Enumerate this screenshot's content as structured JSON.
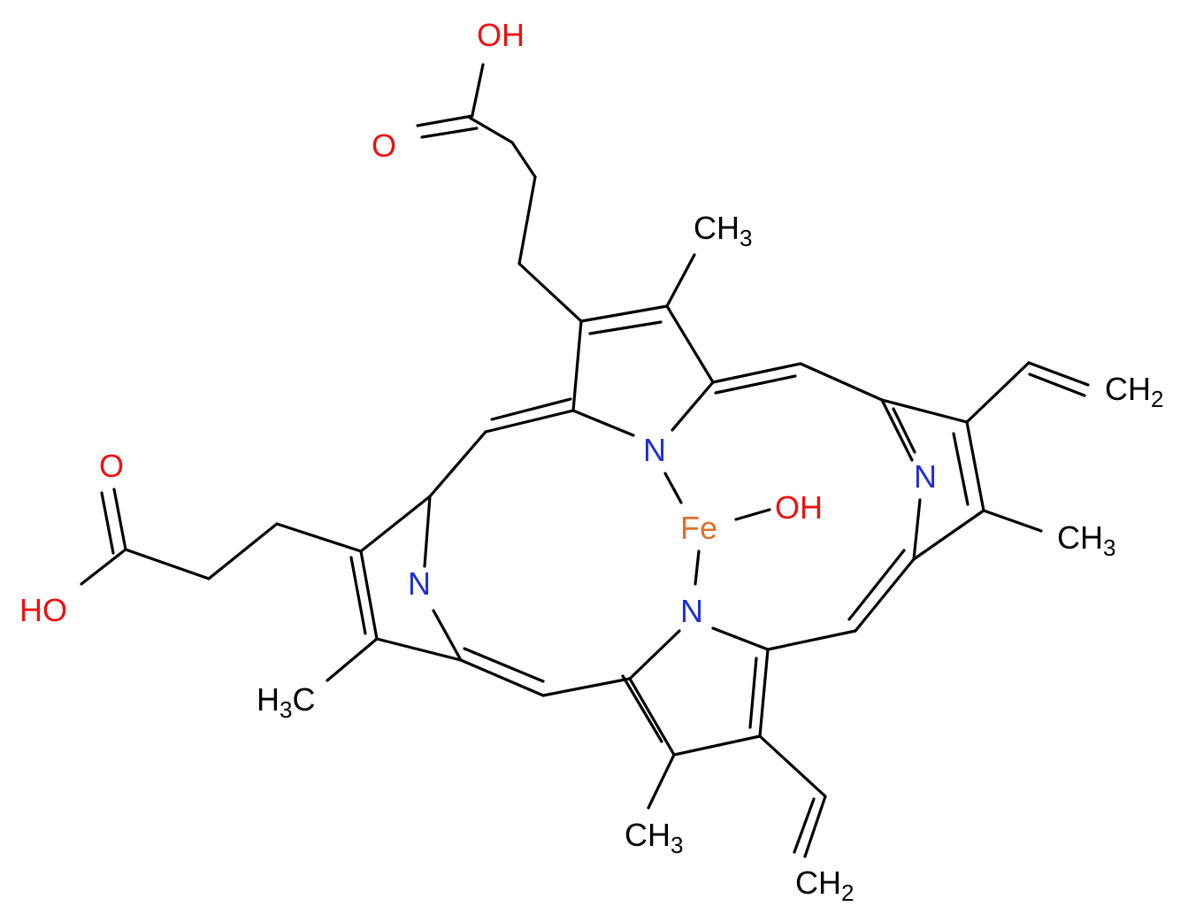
{
  "structure": {
    "colors": {
      "bond": "#000000",
      "carbon": "#000000",
      "nitrogen": "#1f2fd6",
      "oxygen": "#ee1111",
      "iron": "#e0702a"
    },
    "atom_labels": [
      {
        "id": "acid1-oh",
        "element": "O",
        "text": "OH"
      },
      {
        "id": "acid1-o",
        "element": "O",
        "text": "O"
      },
      {
        "id": "acid2-o",
        "element": "O",
        "text": "O"
      },
      {
        "id": "acid2-oh",
        "element": "O",
        "text": "HO"
      },
      {
        "id": "n-top",
        "element": "N",
        "text": "N"
      },
      {
        "id": "n-right",
        "element": "N",
        "text": "N"
      },
      {
        "id": "n-left",
        "element": "N",
        "text": "N"
      },
      {
        "id": "n-bottom",
        "element": "N",
        "text": "N"
      },
      {
        "id": "fe",
        "element": "Fe",
        "text": "Fe"
      },
      {
        "id": "fe-oh",
        "element": "O",
        "text": "OH"
      },
      {
        "id": "methyl-top",
        "element": "C",
        "text": "CH",
        "sub": "3"
      },
      {
        "id": "methyl-right",
        "element": "C",
        "text": "CH",
        "sub": "3"
      },
      {
        "id": "methyl-left",
        "element": "C",
        "text": "H",
        "sub": "3",
        "suffix": "C"
      },
      {
        "id": "methyl-bottom",
        "element": "C",
        "text": "CH",
        "sub": "3"
      },
      {
        "id": "vinyl-right",
        "element": "C",
        "text": "CH",
        "sub": "2"
      },
      {
        "id": "vinyl-bottom",
        "element": "C",
        "text": "CH",
        "sub": "2"
      }
    ]
  }
}
